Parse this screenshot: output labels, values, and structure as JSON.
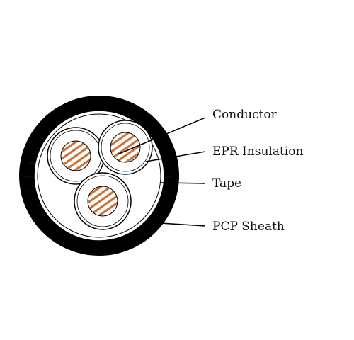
{
  "diagram": {
    "labels": {
      "conductor": "Conductor",
      "insulation": "EPR Insulation",
      "tape": "Tape",
      "sheath": "PCP Sheath"
    },
    "colors": {
      "sheath": "#000000",
      "insulation": "#ffffff",
      "conductor_base": "#ffffff",
      "conductor_strand": "#c8743a",
      "leader": "#000000",
      "label": "#111111"
    },
    "core_count": 3
  }
}
